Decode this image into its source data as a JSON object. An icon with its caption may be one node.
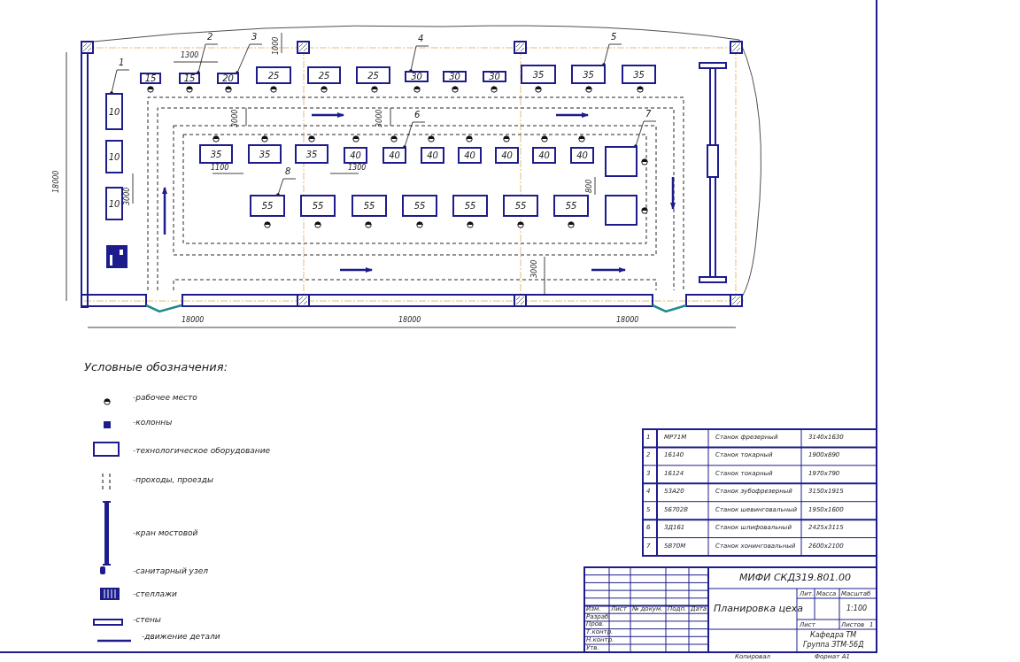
{
  "diagram": {
    "nodes": [
      {
        "text": [
          "10"
        ]
      },
      {
        "text": [
          "10"
        ]
      },
      {
        "text": [
          "10"
        ]
      },
      {
        "text": [
          "15"
        ]
      },
      {
        "text": [
          "15"
        ]
      },
      {
        "text": [
          "20"
        ]
      },
      {
        "text": [
          "25"
        ]
      },
      {
        "text": [
          "25"
        ]
      },
      {
        "text": [
          "25"
        ]
      },
      {
        "text": [
          "30"
        ]
      },
      {
        "text": [
          "30"
        ]
      },
      {
        "text": [
          "30"
        ]
      },
      {
        "text": [
          "35"
        ]
      },
      {
        "text": [
          "35"
        ]
      },
      {
        "text": [
          "35"
        ]
      },
      {
        "text": [
          "35"
        ]
      },
      {
        "text": [
          "35"
        ]
      },
      {
        "text": [
          "35"
        ]
      },
      {
        "text": [
          "40"
        ]
      },
      {
        "text": [
          "40"
        ]
      },
      {
        "text": [
          "40"
        ]
      },
      {
        "text": [
          "40"
        ]
      },
      {
        "text": [
          "40"
        ]
      },
      {
        "text": [
          "40"
        ]
      },
      {
        "text": [
          "40"
        ]
      },
      {
        "text": [],
        "shape": "box"
      },
      {
        "text": [],
        "shape": "box"
      },
      {
        "text": [
          "55"
        ]
      },
      {
        "text": [
          "55"
        ]
      },
      {
        "text": [
          "55"
        ]
      },
      {
        "text": [
          "55"
        ]
      },
      {
        "text": [
          "55"
        ]
      },
      {
        "text": [
          "55"
        ]
      },
      {
        "text": [
          "55"
        ]
      },
      {
        "text": [
          "1"
        ]
      },
      {
        "text": [
          "2"
        ]
      },
      {
        "text": [
          "3"
        ]
      },
      {
        "text": [
          "4"
        ]
      },
      {
        "text": [
          "5"
        ]
      },
      {
        "text": [
          "6"
        ]
      },
      {
        "text": [
          "7"
        ]
      },
      {
        "text": [
          "8"
        ]
      }
    ],
    "edges": [
      {
        "from": 34,
        "to": 0,
        "arrow": "other"
      },
      {
        "from": 35,
        "to": 4,
        "arrow": "other"
      },
      {
        "from": 36,
        "to": 5,
        "arrow": "other"
      },
      {
        "from": 37,
        "to": 9,
        "arrow": "other"
      },
      {
        "from": 38,
        "to": 13,
        "arrow": "other"
      },
      {
        "from": 39,
        "to": 19,
        "arrow": "other"
      },
      {
        "from": 40,
        "to": 25,
        "arrow": "other"
      },
      {
        "from": 41,
        "to": 27,
        "arrow": "other"
      }
    ],
    "labels": [
      "1300",
      "1000",
      "3000",
      "3000",
      "1100",
      "1300",
      "3000",
      "800",
      "3000",
      "18000",
      "18000",
      "18000",
      "18000",
      "Условные обозначения:",
      "1",
      "МР71М",
      "Станок фрезерный",
      "3140x1630",
      "2",
      "16140",
      "Станок токарный",
      "1900x890",
      "3",
      "16124",
      "Станок токарный",
      "1970x790",
      "4",
      "53А20",
      "Станок зубофрезерный",
      "3150x1915",
      "5",
      "56702В",
      "Станок шевинговальный",
      "1950x1600",
      "6",
      "3Д161",
      "Станок шлифовальный",
      "2425x3115",
      "7",
      "5В70М",
      "Станок хонинговальный",
      "2600x2100",
      "МИФИ СКД319.801.00",
      "Изм.",
      "Лист",
      "№ докум.",
      "Подп.",
      "Дата",
      "Разраб.",
      "Пров.",
      "Т.контр.",
      "Н.контр.",
      "Утв.",
      "Планировка цеха",
      "Лит.",
      "Масса",
      "Масштаб",
      "1:100",
      "Лист",
      "Листов",
      "1",
      "Кафедра ТМ",
      "Группа ЗТМ-56Д",
      "Копировал",
      "Формат А1"
    ],
    "legend": [
      {
        "text": "-рабочее место"
      },
      {
        "text": "-колонны"
      },
      {
        "text": "-технологическое оборудование"
      },
      {
        "text": "-проходы, проезды"
      },
      {
        "text": "-кран мостовой"
      },
      {
        "text": "-санитарный узел"
      },
      {
        "text": "-стеллажи"
      },
      {
        "text": "-стены"
      },
      {
        "text": "-движение детали"
      }
    ]
  }
}
